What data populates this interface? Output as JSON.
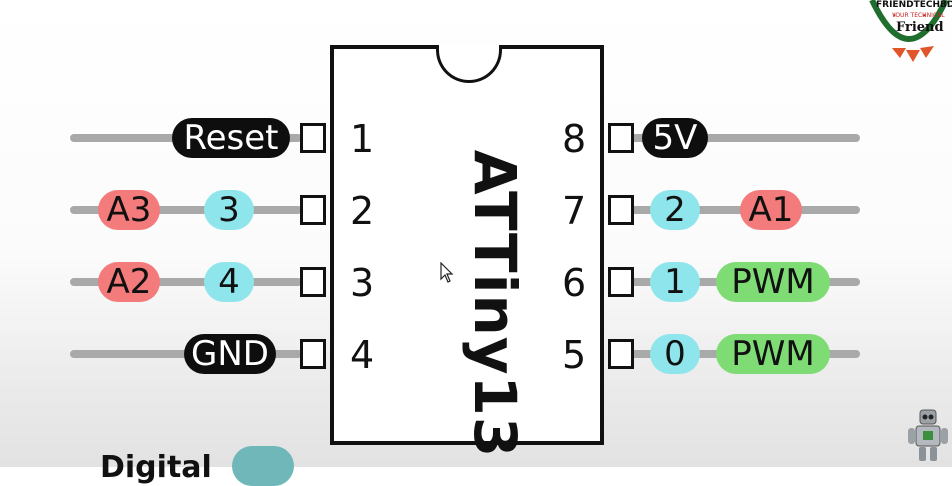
{
  "chip": {
    "name": "ATTiny13"
  },
  "pins": {
    "left": [
      {
        "number": "1",
        "labels": [
          {
            "text": "Reset",
            "style": "black"
          }
        ]
      },
      {
        "number": "2",
        "labels": [
          {
            "text": "A3",
            "style": "red"
          },
          {
            "text": "3",
            "style": "cyan"
          }
        ]
      },
      {
        "number": "3",
        "labels": [
          {
            "text": "A2",
            "style": "red"
          },
          {
            "text": "4",
            "style": "cyan"
          }
        ]
      },
      {
        "number": "4",
        "labels": [
          {
            "text": "GND",
            "style": "black"
          }
        ]
      }
    ],
    "right": [
      {
        "number": "8",
        "labels": [
          {
            "text": "5V",
            "style": "black"
          }
        ]
      },
      {
        "number": "7",
        "labels": [
          {
            "text": "2",
            "style": "cyan"
          },
          {
            "text": "A1",
            "style": "red"
          }
        ]
      },
      {
        "number": "6",
        "labels": [
          {
            "text": "1",
            "style": "cyan"
          },
          {
            "text": "PWM",
            "style": "green"
          }
        ]
      },
      {
        "number": "5",
        "labels": [
          {
            "text": "0",
            "style": "cyan"
          },
          {
            "text": "PWM",
            "style": "green"
          }
        ]
      }
    ]
  },
  "legend": {
    "partial_label": "Digital"
  },
  "watermark": {
    "top": "FRIENDTECHBD",
    "middle": "YOUR TECHNICAL",
    "main": "Friend"
  },
  "colors": {
    "black": "#0e0e0e",
    "red": "#f47b7b",
    "cyan": "#8ee6ec",
    "green": "#7fdc74",
    "wire": "#a9a9a9"
  }
}
